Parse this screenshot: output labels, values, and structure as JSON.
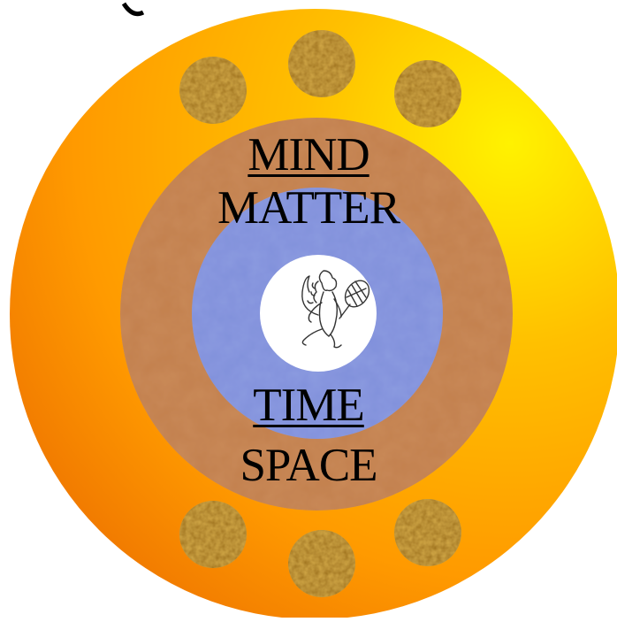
{
  "labels": {
    "top_underlined": "MIND",
    "top_plain": "MATTER",
    "bottom_underlined": "TIME",
    "bottom_plain": "SPACE"
  },
  "emblem": {
    "name": "rampant-lion-with-racket-icon"
  },
  "colors": {
    "outer_disc_light": "#ffee00",
    "outer_disc_mid": "#ffb000",
    "outer_disc_dark": "#f07a00",
    "ring_brown": "#c88a55",
    "ring_blue": "#8e9ce0",
    "center": "#ffffff",
    "bubble_gold": "#c8a040"
  }
}
